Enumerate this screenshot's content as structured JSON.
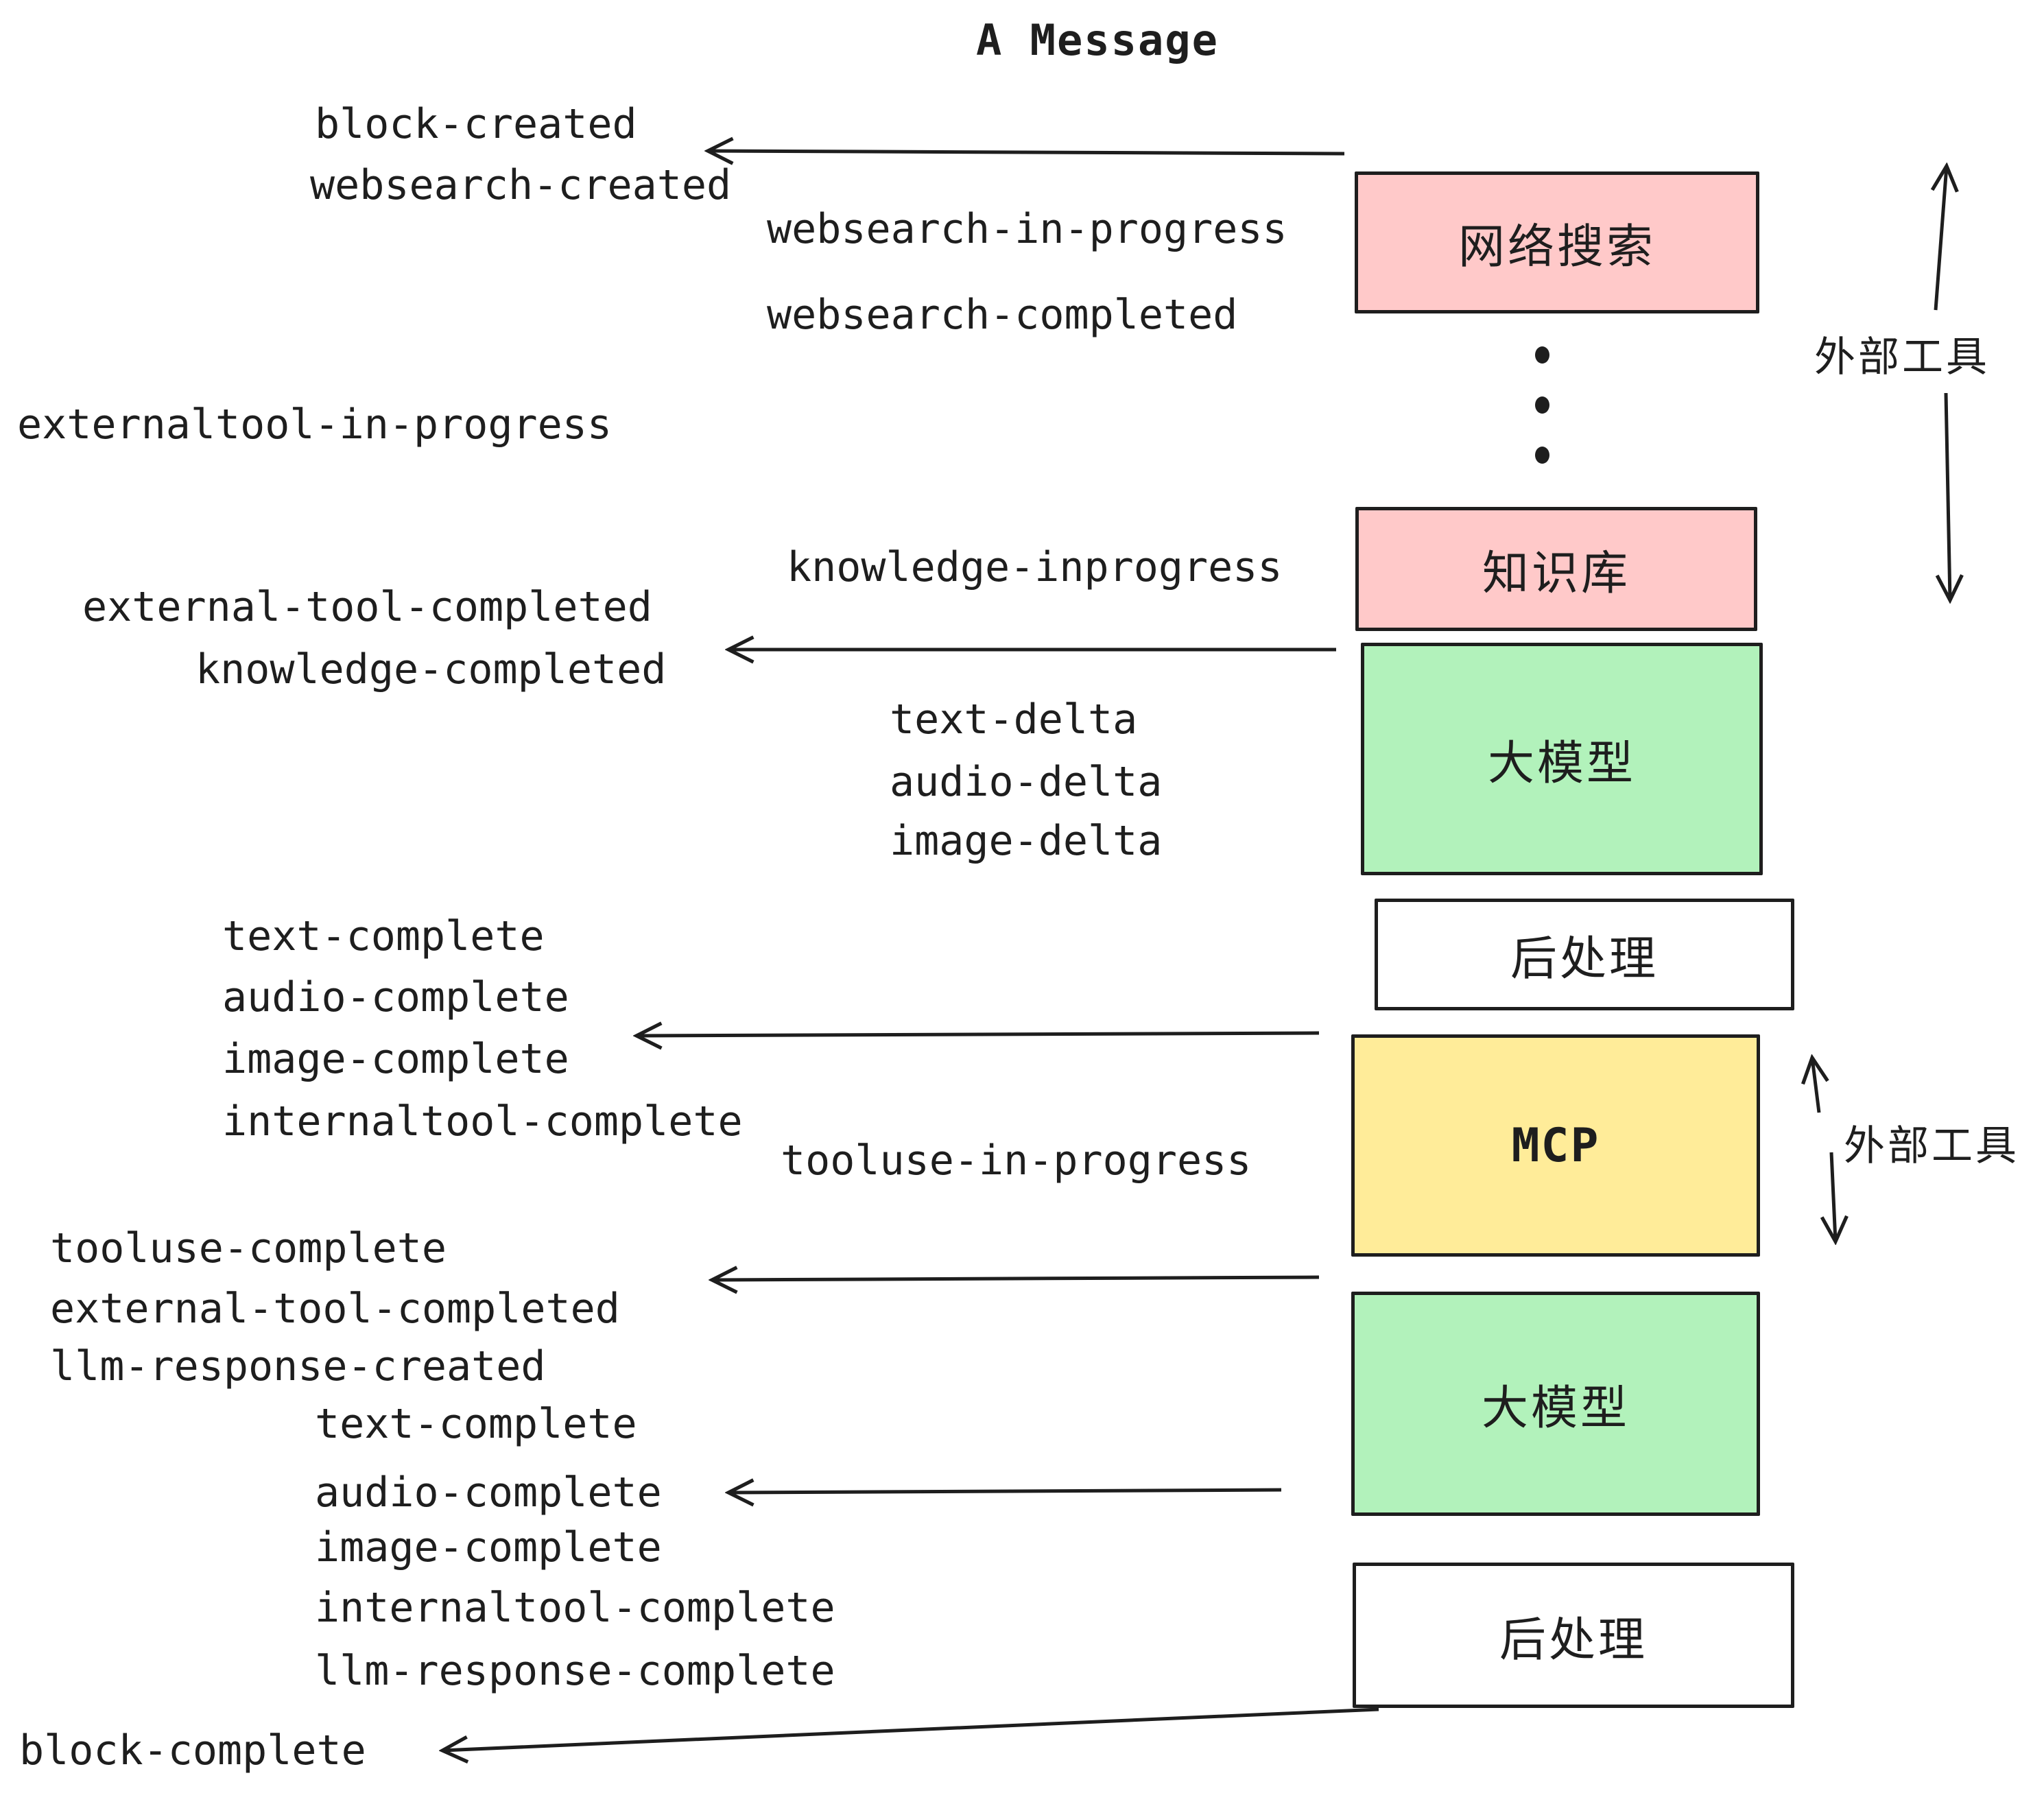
{
  "title": "A Message",
  "colors": {
    "pink": "#ffc9c9",
    "green": "#b2f2bb",
    "yellow": "#ffec99",
    "white": "#ffffff",
    "ink": "#1e1e1e"
  },
  "boxes": {
    "websearch": {
      "label": "网络搜索"
    },
    "knowledge": {
      "label": "知识库"
    },
    "llm1": {
      "label": "大模型"
    },
    "post1": {
      "label": "后处理"
    },
    "mcp": {
      "label": "MCP"
    },
    "llm2": {
      "label": "大模型"
    },
    "post2": {
      "label": "后处理"
    }
  },
  "side_labels": {
    "external_tools_top": "外部工具",
    "external_tools_mid": "外部工具"
  },
  "events": {
    "block_created": "block-created",
    "websearch_created": "websearch-created",
    "websearch_in_progress": "websearch-in-progress",
    "websearch_completed": "websearch-completed",
    "externaltool_in_progress": "externaltool-in-progress",
    "knowledge_inprogress": "knowledge-inprogress",
    "external_tool_completed_1": "external-tool-completed",
    "knowledge_completed": "knowledge-completed",
    "text_delta_1": "text-delta",
    "audio_delta_1": "audio-delta",
    "image_delta_1": "image-delta",
    "text_complete_1": "text-complete",
    "audio_complete_1": "audio-complete",
    "image_complete_1": "image-complete",
    "internaltool_complete_1": "internaltool-complete",
    "tooluse_in_progress": "tooluse-in-progress",
    "tooluse_complete": "tooluse-complete",
    "external_tool_completed_2": "external-tool-completed",
    "llm_response_created": "llm-response-created",
    "text_complete_2": "text-complete",
    "audio_complete_2": "audio-complete",
    "image_complete_2": "image-complete",
    "internaltool_complete_2": "internaltool-complete",
    "llm_response_complete": "llm-response-complete",
    "block_complete": "block-complete"
  }
}
